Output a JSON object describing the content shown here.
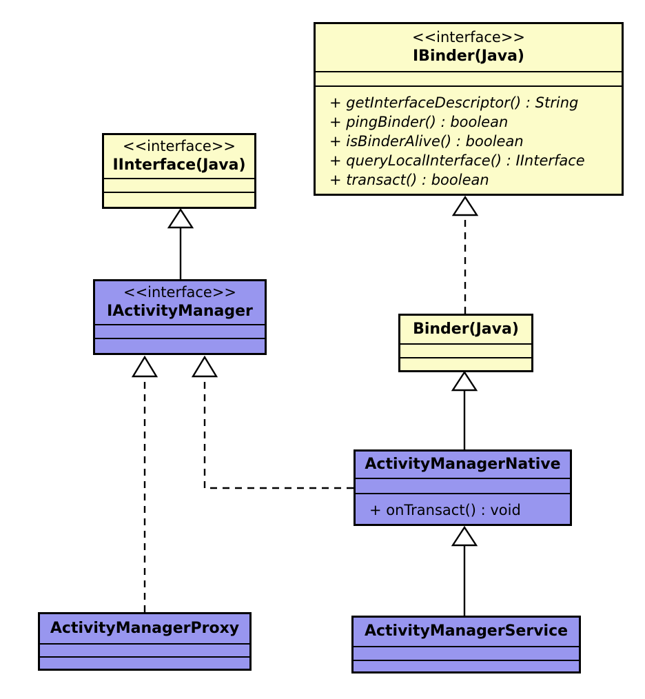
{
  "diagram": {
    "type": "uml-class-diagram",
    "subject": "Android ActivityManager / Binder class hierarchy"
  },
  "colors": {
    "background": "#ffffff",
    "interface_fill": "#fcfcc9",
    "class_fill": "#9896ef",
    "line": "#000000",
    "arrow_fill": "#ffffff"
  },
  "classes": {
    "ibinder": {
      "stereotype": "<<interface>>",
      "name": "IBinder(Java)",
      "attributes": [],
      "methods": [
        "+ getInterfaceDescriptor() : String",
        "+ pingBinder() : boolean",
        "+ isBinderAlive() : boolean",
        "+ queryLocalInterface() : IInterface",
        "+ transact() : boolean"
      ]
    },
    "iinterface": {
      "stereotype": "<<interface>>",
      "name": "IInterface(Java)",
      "attributes": [],
      "methods": []
    },
    "iactivitymanager": {
      "stereotype": "<<interface>>",
      "name": "IActivityManager",
      "attributes": [],
      "methods": []
    },
    "binder": {
      "name": "Binder(Java)",
      "attributes": [],
      "methods": []
    },
    "amnative": {
      "name": "ActivityManagerNative",
      "attributes": [],
      "methods": [
        "+ onTransact() : void"
      ]
    },
    "amproxy": {
      "name": "ActivityManagerProxy",
      "attributes": [],
      "methods": []
    },
    "amservice": {
      "name": "ActivityManagerService",
      "attributes": [],
      "methods": []
    }
  },
  "relationships": [
    {
      "from": "IActivityManager",
      "to": "IInterface(Java)",
      "type": "generalization",
      "line": "solid"
    },
    {
      "from": "Binder(Java)",
      "to": "IBinder(Java)",
      "type": "realization",
      "line": "dashed"
    },
    {
      "from": "ActivityManagerNative",
      "to": "Binder(Java)",
      "type": "generalization",
      "line": "solid"
    },
    {
      "from": "ActivityManagerNative",
      "to": "IActivityManager",
      "type": "realization",
      "line": "dashed"
    },
    {
      "from": "ActivityManagerProxy",
      "to": "IActivityManager",
      "type": "realization",
      "line": "dashed"
    },
    {
      "from": "ActivityManagerService",
      "to": "ActivityManagerNative",
      "type": "generalization",
      "line": "solid"
    }
  ]
}
